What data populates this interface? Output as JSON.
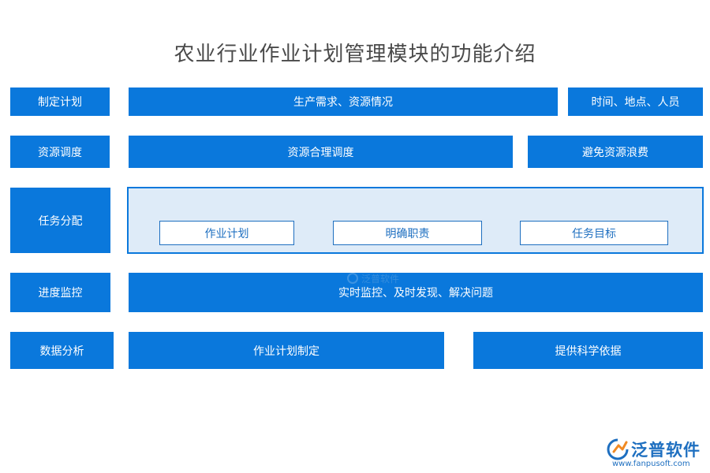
{
  "title": "农业行业作业计划管理模块的功能介绍",
  "rows": {
    "plan": {
      "label": "制定计划",
      "main": "生产需求、资源情况",
      "side": "时间、地点、人员"
    },
    "resource": {
      "label": "资源调度",
      "main": "资源合理调度",
      "side": "避免资源浪费"
    },
    "task": {
      "label": "任务分配",
      "items": [
        "作业计划",
        "明确职责",
        "任务目标"
      ]
    },
    "progress": {
      "label": "进度监控",
      "main": "实时监控、及时发现、解决问题"
    },
    "analysis": {
      "label": "数据分析",
      "main": "作业计划制定",
      "side": "提供科学依据"
    }
  },
  "watermark": {
    "text": "泛普软件"
  },
  "brand": {
    "name": "泛普软件",
    "url": "www.fanpusoft.com"
  },
  "colors": {
    "primary": "#0a78dc",
    "panel": "#deebf8",
    "title": "#4a4a4a"
  }
}
